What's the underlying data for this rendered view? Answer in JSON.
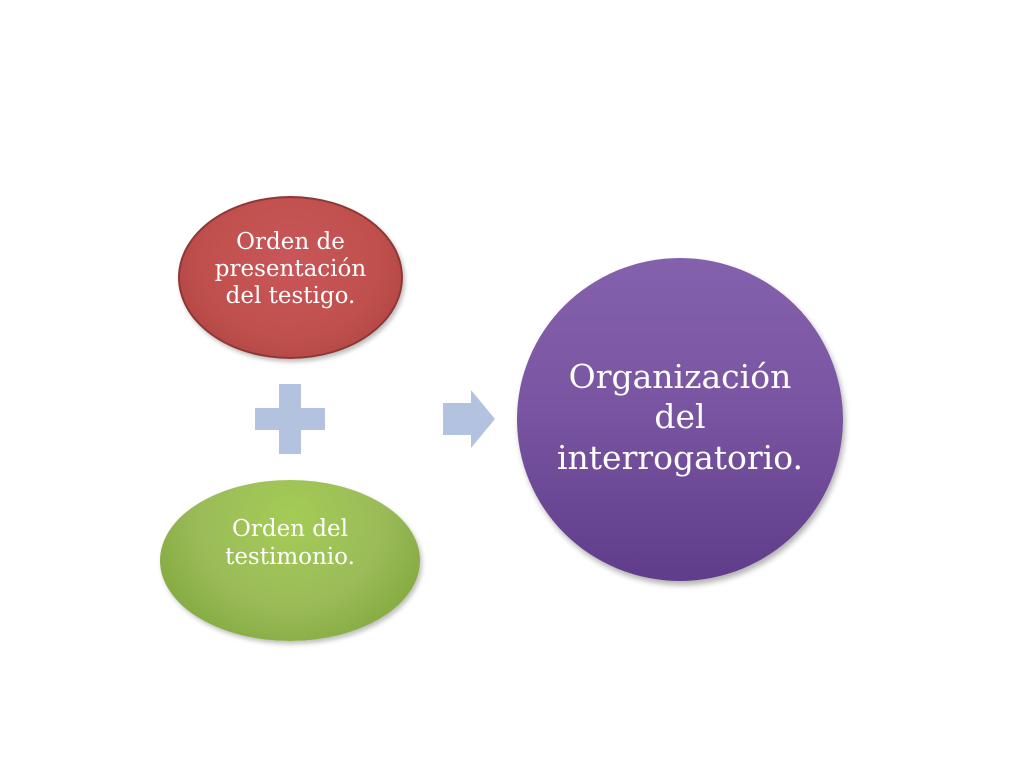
{
  "nodes": {
    "presentation_order": "Orden de\npresentación\ndel testigo.",
    "testimony_order": "Orden del\ntestimonio.",
    "result": "Organización\ndel\ninterrogatorio."
  },
  "icons": {
    "plus": "plus-icon",
    "arrow": "right-arrow-icon"
  },
  "colors": {
    "red_node": "#c0504d",
    "green_node": "#9bbb59",
    "purple_node": "#7a55a2",
    "connector": "#b3c3df"
  }
}
